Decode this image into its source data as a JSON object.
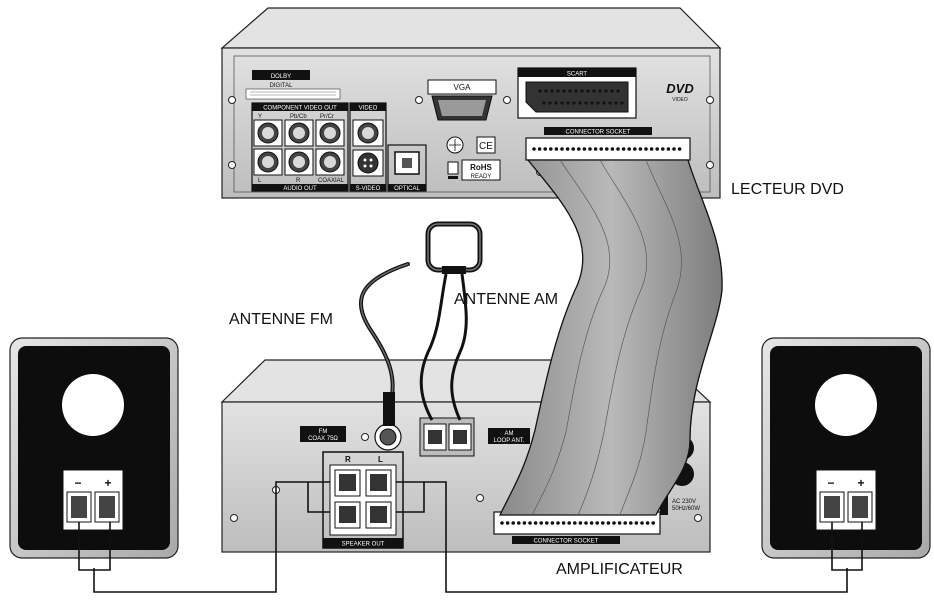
{
  "labels": {
    "dvd_player": "LECTEUR DVD",
    "amplifier": "AMPLIFICATEUR",
    "fm_antenna": "ANTENNE FM",
    "am_antenna": "ANTENNE AM"
  },
  "dvd_panel": {
    "component_video_out": "COMPONENT VIDEO OUT",
    "y": "Y",
    "pb_cb": "Pb/Cb",
    "pr_cr": "Pr/Cr",
    "video": "VIDEO",
    "audio_out": "AUDIO OUT",
    "audio_l": "L",
    "audio_r": "R",
    "coaxial": "COAXIAL",
    "s_video": "S-VIDEO",
    "optical": "OPTICAL",
    "vga": "VGA",
    "scart": "SCART",
    "connector_socket": "CONNECTOR SOCKET",
    "dvd_logo": "DVD",
    "dvd_logo_sub": "VIDEO",
    "rohs": "RoHS",
    "rohs_sub": "READY",
    "ce": "CE",
    "dolby": "DOLBY",
    "dolby_sub": "DIGITAL"
  },
  "amp_panel": {
    "fm_label": "FM",
    "fm_coax": "COAX 75Ω",
    "am_label": "AM",
    "am_loop": "LOOP ANT.",
    "speaker_r": "R",
    "speaker_l": "L",
    "speaker_out": "SPEAKER OUT",
    "connector_socket": "CONNECTOR SOCKET",
    "ac_voltage": "AC 230V",
    "ac_freq": "50Hz/60W"
  },
  "speaker_terminals": {
    "minus": "−",
    "plus": "+"
  }
}
